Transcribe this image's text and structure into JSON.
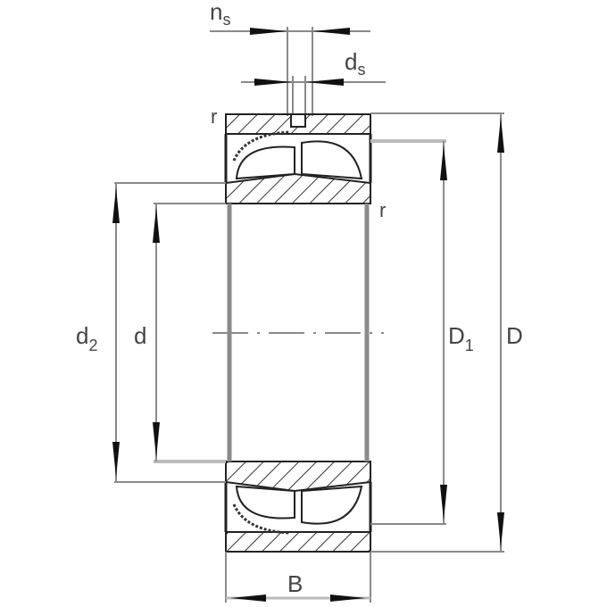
{
  "drawing": {
    "subject": "Spherical roller bearing cross-section with dimension annotations",
    "line_color": "#8a8a8a",
    "outline_color": "#222222",
    "label_color": "#444444"
  },
  "labels": {
    "ns": {
      "main": "n",
      "sub": "s"
    },
    "ds": {
      "main": "d",
      "sub": "s"
    },
    "r_top": "r",
    "r_right": "r",
    "d2": {
      "main": "d",
      "sub": "2"
    },
    "d": "d",
    "D1": {
      "main": "D",
      "sub": "1"
    },
    "D": "D",
    "B": "B"
  }
}
